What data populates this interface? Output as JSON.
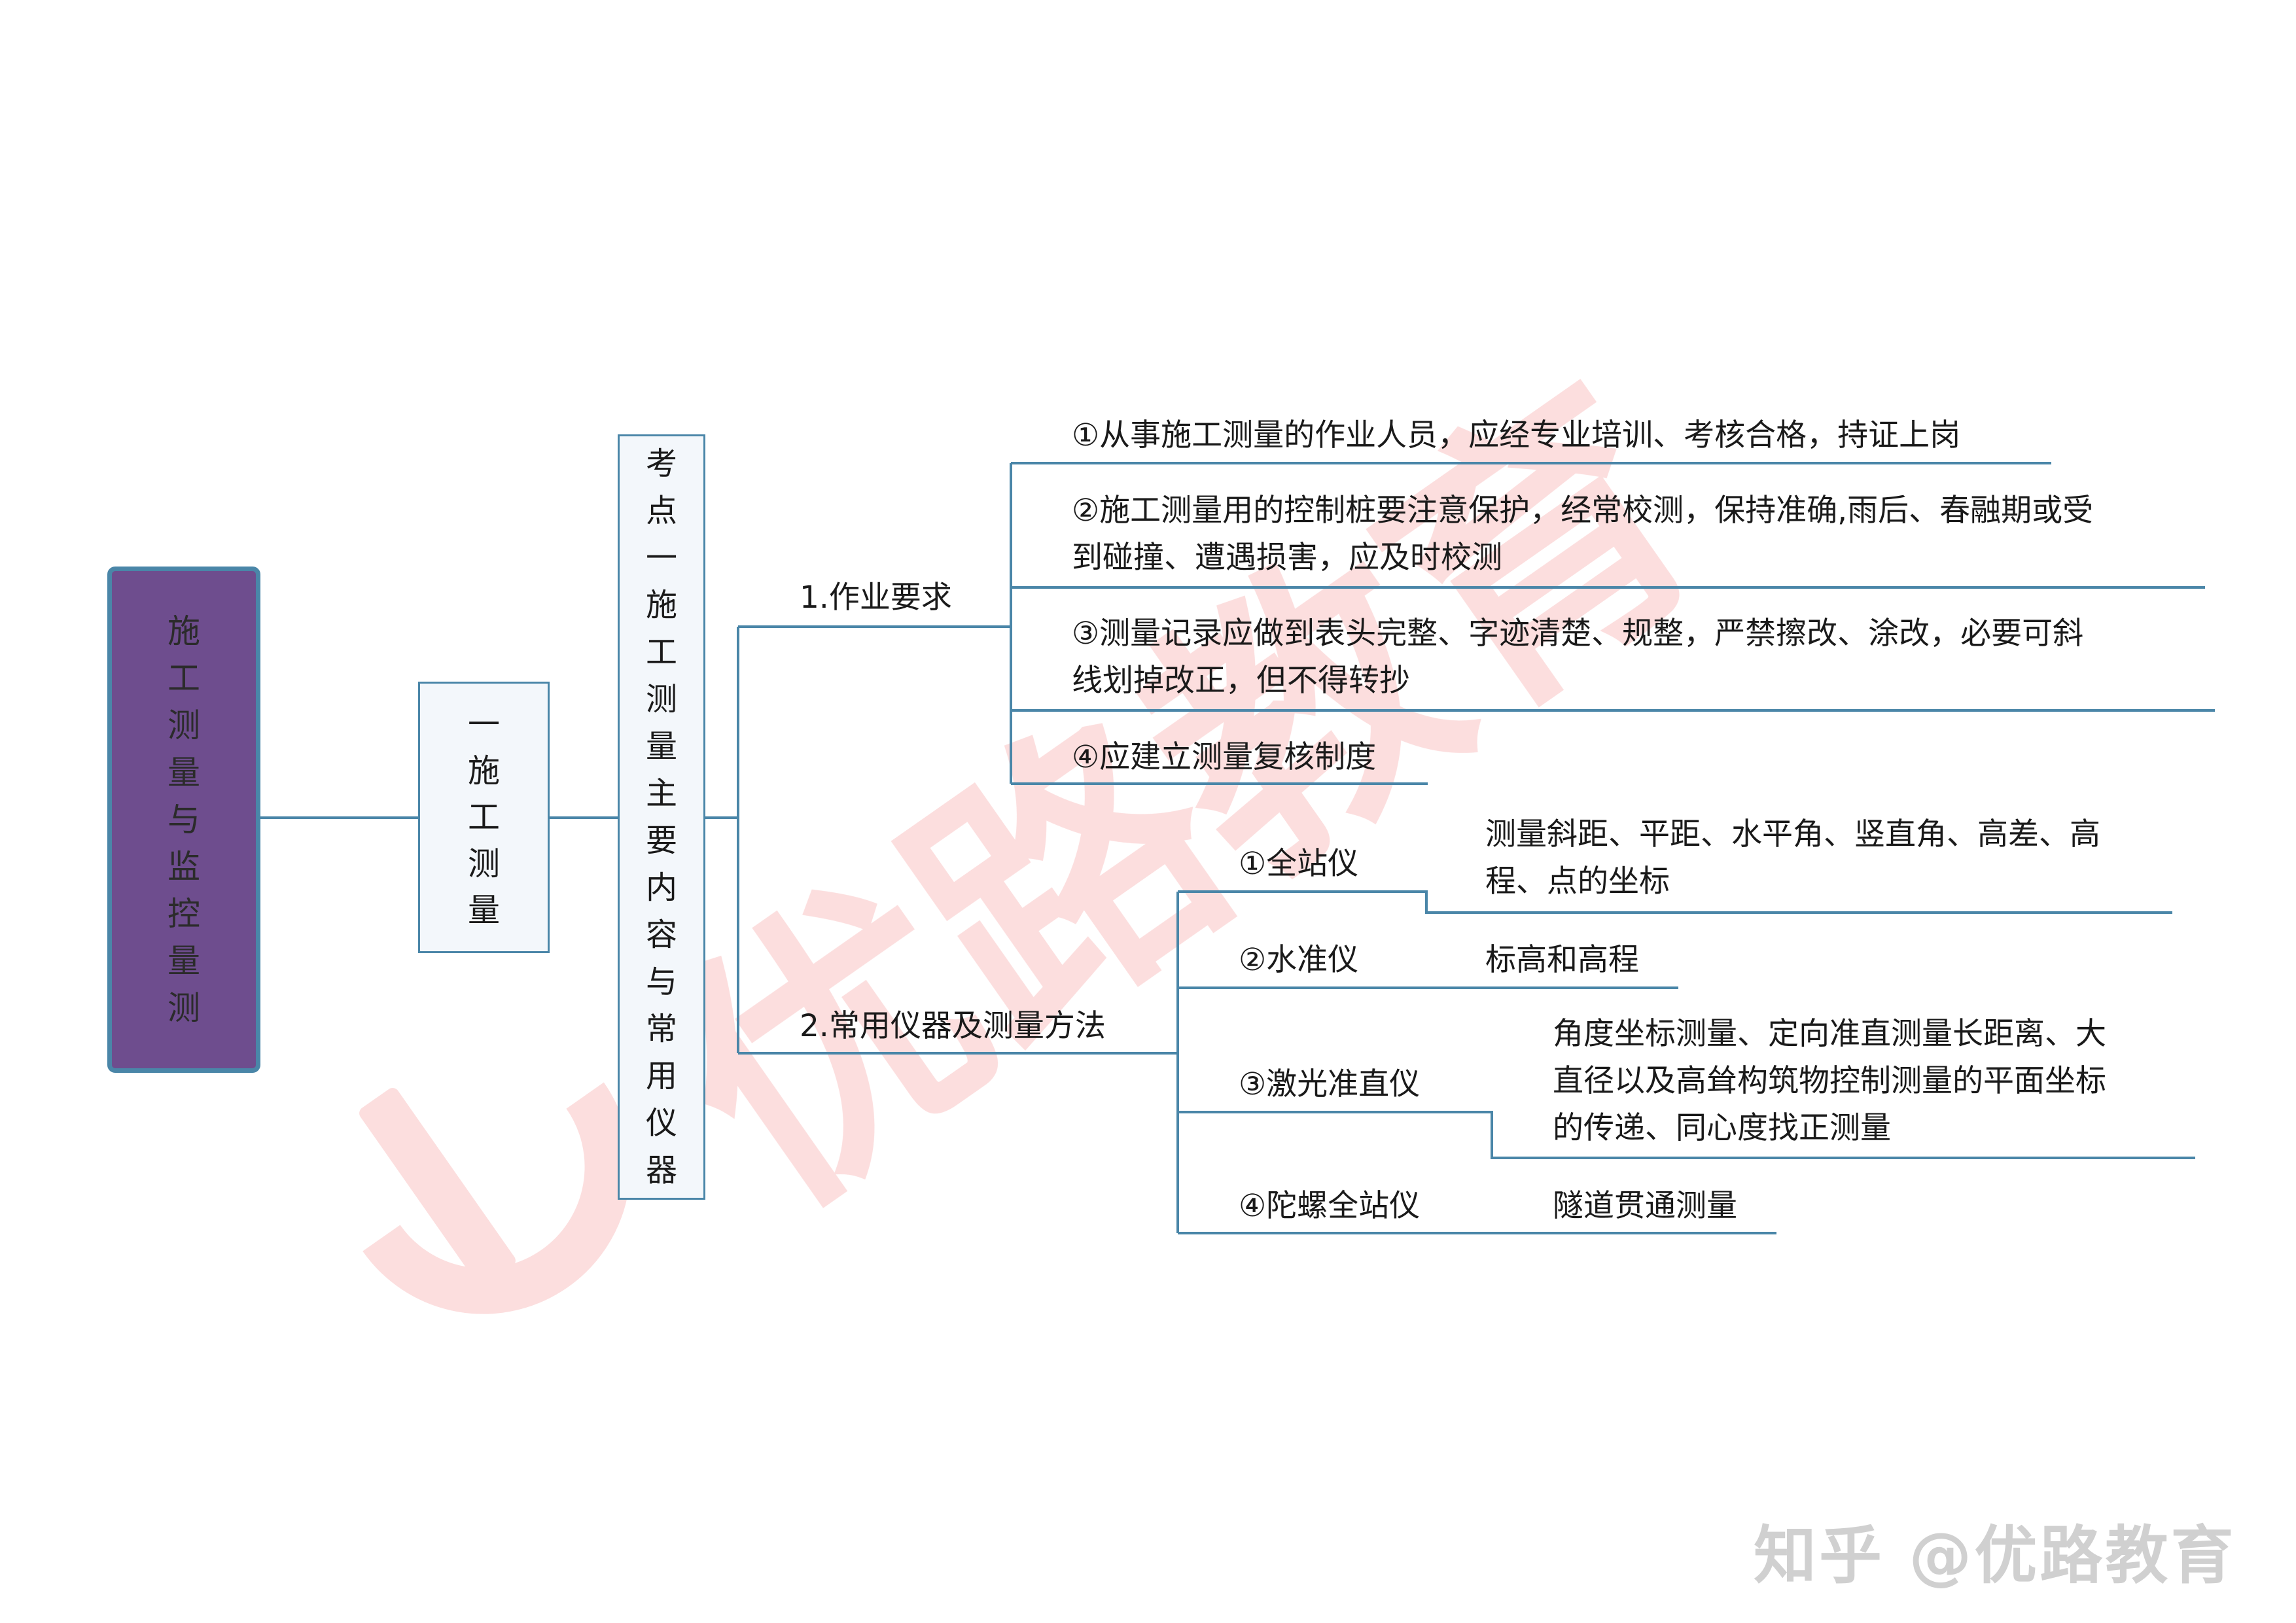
{
  "root": {
    "label": "施工测量与监控量测"
  },
  "level1": {
    "label": "一施工测量"
  },
  "level2": {
    "label": "考点一施工测量主要内容与常用仪器"
  },
  "branches": {
    "b1": {
      "label": "1.作业要求",
      "items": [
        [
          "①从事施工测量的作业人员，应经专业培训、考核合格，持证上岗"
        ],
        [
          "②施工测量用的控制桩要注意保护，经常校测，保持准确,雨后、春融期或受",
          "到碰撞、遭遇损害，应及时校测"
        ],
        [
          "③测量记录应做到表头完整、字迹清楚、规整，严禁擦改、涂改，必要可斜",
          "线划掉改正，但不得转抄"
        ],
        [
          "④应建立测量复核制度"
        ]
      ]
    },
    "b2": {
      "label": "2.常用仪器及测量方法",
      "items": [
        {
          "name": "①全站仪",
          "desc": [
            "测量斜距、平距、水平角、竖直角、高差、高",
            "程、点的坐标"
          ]
        },
        {
          "name": "②水准仪",
          "desc": [
            "标高和高程"
          ]
        },
        {
          "name": "③激光准直仪",
          "desc": [
            "角度坐标测量、定向准直测量长距离、大",
            "直径以及高耸构筑物控制测量的平面坐标",
            "的传递、同心度找正测量"
          ]
        },
        {
          "name": "④陀螺全站仪",
          "desc": [
            "隧道贯通测量"
          ]
        }
      ]
    }
  },
  "watermark": {
    "logo_text": "优路教育",
    "caption": "知乎 @优路教育"
  },
  "colors": {
    "line": "#4a86a8",
    "root_fill": "#6e4d8e",
    "box_fill": "#f3f7fb",
    "watermark": "#ef6b6b"
  }
}
